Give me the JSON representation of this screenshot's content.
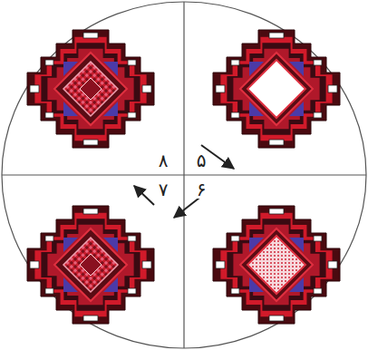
{
  "diagram": {
    "labels": [
      "۸",
      "۵",
      "۷",
      "۶"
    ]
  }
}
